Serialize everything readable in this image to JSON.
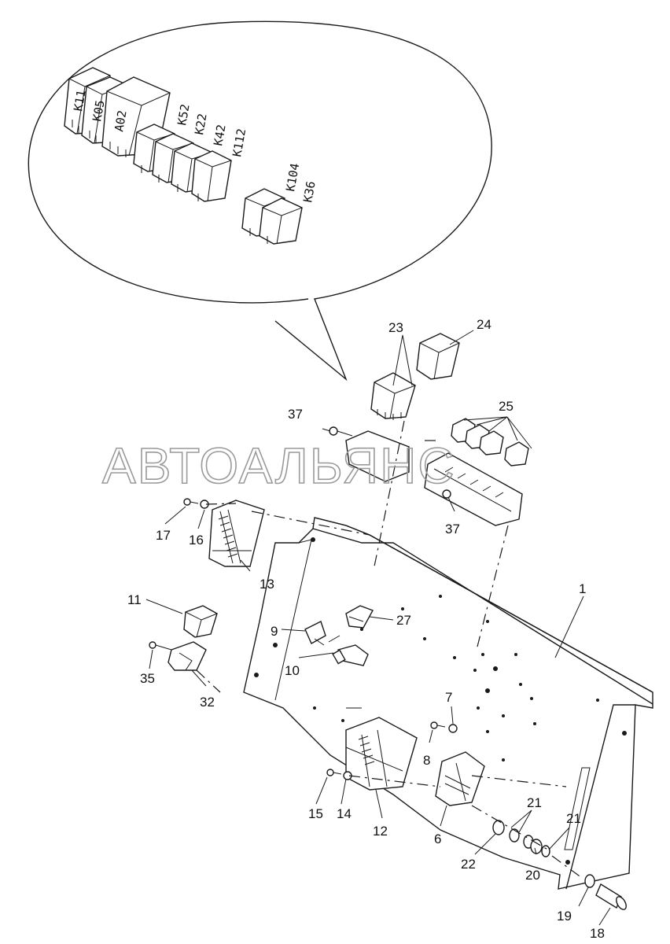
{
  "watermark": "АВТОАЛЬЯНС",
  "relay_labels": [
    "K11",
    "K05",
    "A02",
    "K52",
    "K22",
    "K42",
    "K112",
    "K104",
    "K36"
  ],
  "callouts": [
    "1",
    "6",
    "7",
    "8",
    "9",
    "10",
    "11",
    "12",
    "13",
    "14",
    "15",
    "16",
    "17",
    "18",
    "19",
    "20",
    "21",
    "21",
    "22",
    "23",
    "24",
    "25",
    "27",
    "32",
    "35",
    "37",
    "37"
  ]
}
